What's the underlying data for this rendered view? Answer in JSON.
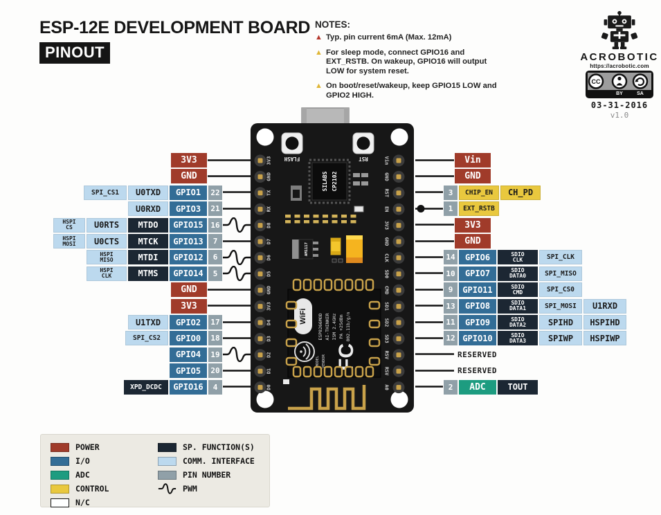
{
  "header": {
    "title": "ESP-12E DEVELOPMENT BOARD",
    "badge": "PINOUT"
  },
  "notes": {
    "heading": "NOTES:",
    "items": [
      {
        "severity": "critical",
        "color": "#b5372c",
        "text": "Typ. pin current 6mA (Max. 12mA)"
      },
      {
        "severity": "warning",
        "color": "#dfb636",
        "text": "For sleep mode, connect GPIO16 and EXT_RSTB. On wakeup, GPIO16 will output LOW for system reset."
      },
      {
        "severity": "warning",
        "color": "#dfb636",
        "text": "On boot/reset/wakeup, keep GPIO15 LOW and GPIO2 HIGH."
      }
    ]
  },
  "brand": {
    "name": "ACROBOTIC",
    "url": "https://acrobotic.com",
    "license_cc": "CC",
    "license_by": "BY",
    "license_sa": "SA",
    "date": "03-31-2016",
    "version": "v1.0"
  },
  "board": {
    "flash_label": "FLASH",
    "rst_label": "RST",
    "chip_line1": "SILABS",
    "chip_line2": "CP2102",
    "regulator": "AM1117",
    "left_edge_pins": [
      "3V3",
      "GND",
      "TX",
      "RX",
      "D8",
      "D7",
      "D6",
      "D5",
      "GND",
      "3V3",
      "D4",
      "D3",
      "D2",
      "D1",
      "D0"
    ],
    "right_edge_pins": [
      "Vin",
      "GND",
      "RST",
      "EN",
      "3V3",
      "GND",
      "CLK",
      "SD0",
      "CMD",
      "SD1",
      "SD2",
      "SD3",
      "RSV",
      "RSV",
      "A0"
    ],
    "module": {
      "logo": "WiFi",
      "lines": [
        "ESP8266MOD",
        "AI-THINKER",
        "ISM 2.4GHz",
        "PA +25dBm",
        "802.11b/g/n"
      ],
      "model": "MODEL",
      "vendor": "VENDOR",
      "fcc": "FC"
    }
  },
  "left_rows": [
    {
      "boxes": [
        {
          "text": "3V3",
          "type": "power"
        }
      ],
      "pin": null,
      "connector": "line"
    },
    {
      "boxes": [
        {
          "text": "GND",
          "type": "power"
        }
      ],
      "pin": null,
      "connector": "line"
    },
    {
      "boxes": [
        {
          "text": "SPI_CS1",
          "type": "comm",
          "size": "sm",
          "w": 62
        },
        {
          "text": "U0TXD",
          "type": "comm"
        },
        {
          "text": "GPIO1",
          "type": "io"
        }
      ],
      "pin": "22",
      "connector": "line"
    },
    {
      "boxes": [
        {
          "text": "U0RXD",
          "type": "comm"
        },
        {
          "text": "GPIO3",
          "type": "io"
        }
      ],
      "pin": "21",
      "connector": "line"
    },
    {
      "boxes": [
        {
          "text": "HSPI\nCS",
          "type": "comm",
          "size": "xs",
          "w": 46
        },
        {
          "text": "U0RTS",
          "type": "comm"
        },
        {
          "text": "MTDO",
          "type": "special"
        },
        {
          "text": "GPIO15",
          "type": "io"
        }
      ],
      "pin": "16",
      "connector": "pwm"
    },
    {
      "boxes": [
        {
          "text": "HSPI\nMOSI",
          "type": "comm",
          "size": "xs",
          "w": 46
        },
        {
          "text": "U0CTS",
          "type": "comm"
        },
        {
          "text": "MTCK",
          "type": "special"
        },
        {
          "text": "GPIO13",
          "type": "io"
        }
      ],
      "pin": "7",
      "connector": "line"
    },
    {
      "boxes": [
        {
          "text": "HSPI\nMISO",
          "type": "comm",
          "size": "xs"
        },
        {
          "text": "MTDI",
          "type": "special"
        },
        {
          "text": "GPIO12",
          "type": "io"
        }
      ],
      "pin": "6",
      "connector": "pwm"
    },
    {
      "boxes": [
        {
          "text": "HSPI\nCLK",
          "type": "comm",
          "size": "xs"
        },
        {
          "text": "MTMS",
          "type": "special"
        },
        {
          "text": "GPIO14",
          "type": "io"
        }
      ],
      "pin": "5",
      "connector": "pwm"
    },
    {
      "boxes": [
        {
          "text": "GND",
          "type": "power"
        }
      ],
      "pin": null,
      "connector": "line"
    },
    {
      "boxes": [
        {
          "text": "3V3",
          "type": "power"
        }
      ],
      "pin": null,
      "connector": "line"
    },
    {
      "boxes": [
        {
          "text": "U1TXD",
          "type": "comm"
        },
        {
          "text": "GPIO2",
          "type": "io"
        }
      ],
      "pin": "17",
      "connector": "line"
    },
    {
      "boxes": [
        {
          "text": "SPI_CS2",
          "type": "comm",
          "size": "sm",
          "w": 62
        },
        {
          "text": "GPIO0",
          "type": "io"
        }
      ],
      "pin": "18",
      "connector": "line"
    },
    {
      "boxes": [
        {
          "text": "GPIO4",
          "type": "io"
        }
      ],
      "pin": "19",
      "connector": "pwm"
    },
    {
      "boxes": [
        {
          "text": "GPIO5",
          "type": "io"
        }
      ],
      "pin": "20",
      "connector": "line"
    },
    {
      "boxes": [
        {
          "text": "XPD_DCDC",
          "type": "special",
          "size": "sm",
          "w": 64
        },
        {
          "text": "GPIO16",
          "type": "io"
        }
      ],
      "pin": "4",
      "connector": "line"
    }
  ],
  "right_rows": [
    {
      "boxes": [
        {
          "text": "Vin",
          "type": "power"
        }
      ],
      "pin": null,
      "connector": "line"
    },
    {
      "boxes": [
        {
          "text": "GND",
          "type": "power"
        }
      ],
      "pin": null,
      "connector": "line"
    },
    {
      "boxes": [
        {
          "text": "CHIP_EN",
          "type": "control",
          "size": "sm"
        },
        {
          "text": "CH_PD",
          "type": "control"
        }
      ],
      "pin": "3",
      "connector": "line"
    },
    {
      "boxes": [
        {
          "text": "EXT_RSTB",
          "type": "control",
          "size": "sm"
        }
      ],
      "pin": "1",
      "connector": "dot"
    },
    {
      "boxes": [
        {
          "text": "3V3",
          "type": "power"
        }
      ],
      "pin": null,
      "connector": "line"
    },
    {
      "boxes": [
        {
          "text": "GND",
          "type": "power"
        }
      ],
      "pin": null,
      "connector": "line"
    },
    {
      "boxes": [
        {
          "text": "GPIO6",
          "type": "io"
        },
        {
          "text": "SDIO\nCLK",
          "type": "special",
          "size": "xs"
        },
        {
          "text": "SPI_CLK",
          "type": "comm",
          "size": "sm",
          "w": 62
        }
      ],
      "pin": "14",
      "connector": "line"
    },
    {
      "boxes": [
        {
          "text": "GPIO7",
          "type": "io"
        },
        {
          "text": "SDIO\nDATA0",
          "type": "special",
          "size": "xs"
        },
        {
          "text": "SPI_MISO",
          "type": "comm",
          "size": "sm",
          "w": 62
        }
      ],
      "pin": "10",
      "connector": "line"
    },
    {
      "boxes": [
        {
          "text": "GPIO11",
          "type": "io"
        },
        {
          "text": "SDIO\nCMD",
          "type": "special",
          "size": "xs"
        },
        {
          "text": "SPI_CS0",
          "type": "comm",
          "size": "sm",
          "w": 62
        }
      ],
      "pin": "9",
      "connector": "line"
    },
    {
      "boxes": [
        {
          "text": "GPIO8",
          "type": "io"
        },
        {
          "text": "SDIO\nDATA1",
          "type": "special",
          "size": "xs"
        },
        {
          "text": "SPI_MOSI",
          "type": "comm",
          "size": "sm",
          "w": 62
        },
        {
          "text": "U1RXD",
          "type": "comm",
          "w": 62
        }
      ],
      "pin": "13",
      "connector": "line"
    },
    {
      "boxes": [
        {
          "text": "GPIO9",
          "type": "io"
        },
        {
          "text": "SDIO\nDATA2",
          "type": "special",
          "size": "xs"
        },
        {
          "text": "SPIHD",
          "type": "comm",
          "w": 62
        },
        {
          "text": "HSPIHD",
          "type": "comm",
          "w": 62
        }
      ],
      "pin": "11",
      "connector": "line"
    },
    {
      "boxes": [
        {
          "text": "GPIO10",
          "type": "io"
        },
        {
          "text": "SDIO\nDATA3",
          "type": "special",
          "size": "xs"
        },
        {
          "text": "SPIWP",
          "type": "comm",
          "w": 62
        },
        {
          "text": "HSPIWP",
          "type": "comm",
          "w": 62
        }
      ],
      "pin": "12",
      "connector": "line"
    },
    {
      "boxes": [],
      "label": "RESERVED",
      "pin": null,
      "connector": "line"
    },
    {
      "boxes": [],
      "label": "RESERVED",
      "pin": null,
      "connector": "line"
    },
    {
      "boxes": [
        {
          "text": "ADC",
          "type": "adc"
        },
        {
          "text": "TOUT",
          "type": "special"
        }
      ],
      "pin": "2",
      "connector": "line"
    }
  ],
  "legend": {
    "columns": [
      [
        {
          "type": "power",
          "label": "POWER"
        },
        {
          "type": "io",
          "label": "I/O"
        },
        {
          "type": "adc",
          "label": "ADC"
        },
        {
          "type": "control",
          "label": "CONTROL"
        },
        {
          "type": "nc",
          "label": "N/C"
        }
      ],
      [
        {
          "type": "special",
          "label": "SP. FUNCTION(S)"
        },
        {
          "type": "comm",
          "label": "COMM. INTERFACE"
        },
        {
          "type": "pin",
          "label": "PIN NUMBER"
        },
        {
          "type": "pwm",
          "label": "PWM"
        }
      ]
    ]
  },
  "colors": {
    "power": "#a03b2a",
    "io": "#336d96",
    "adc": "#1d9c80",
    "control": "#e9c83e",
    "nc": "#ffffff",
    "special": "#1c2733",
    "comm": "#bcd9ee",
    "pin": "#90a0a8",
    "board": "#171717",
    "gold": "#c9a24a",
    "line": "#111111"
  }
}
